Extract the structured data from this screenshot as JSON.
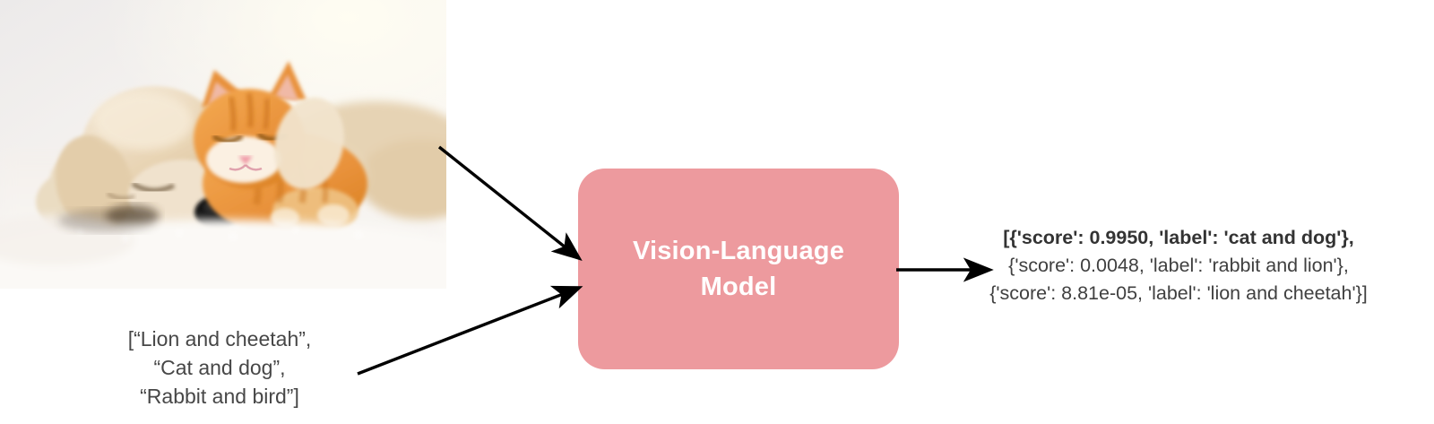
{
  "diagram": {
    "title": "Vision-Language Model zero-shot image classification pipeline",
    "model_box": {
      "label": "Vision-Language\nModel",
      "line1": "Vision-Language",
      "line2": "Model",
      "fill_color": "#ED9A9E",
      "text_color": "#FFFFFF"
    },
    "input_image": {
      "alt": "Sleeping golden puppy and orange tabby kitten cuddling on a white blanket",
      "subjects": [
        "puppy",
        "kitten"
      ]
    },
    "prompt_list": {
      "lines": [
        "[“Lion and cheetah”,",
        "“Cat and dog”,",
        "“Rabbit and bird”]"
      ],
      "candidate_labels": [
        "Lion and cheetah",
        "Cat and dog",
        "Rabbit and bird"
      ]
    },
    "output": {
      "lines": [
        {
          "text": "[{'score': 0.9950, 'label': 'cat and dog'},",
          "bold": true
        },
        {
          "text": "{'score': 0.0048, 'label': 'rabbit and lion'},",
          "bold": false
        },
        {
          "text": "{'score': 8.81e-05, 'label': 'lion and cheetah'}]",
          "bold": false
        }
      ],
      "predictions": [
        {
          "score": "0.9950",
          "label": "cat and dog"
        },
        {
          "score": "0.0048",
          "label": "rabbit and lion"
        },
        {
          "score": "8.81e-05",
          "label": "lion and cheetah"
        }
      ]
    },
    "arrows": {
      "image_to_model": "image-input-arrow",
      "text_to_model": "text-input-arrow",
      "model_to_output": "output-arrow",
      "color": "#000000"
    }
  }
}
